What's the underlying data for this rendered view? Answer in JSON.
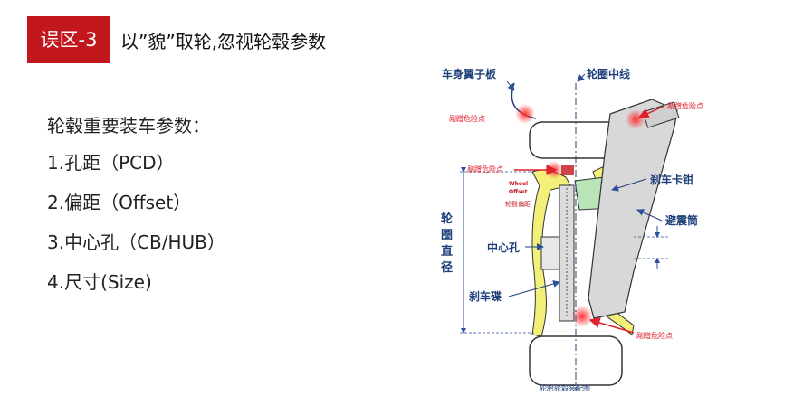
{
  "header": {
    "tag": "误区-3",
    "title": "以”貌”取轮,忽视轮毂参数"
  },
  "params": {
    "heading": "轮毂重要装车参数：",
    "items": [
      "1.孔距（PCD）",
      "2.偏距（Offset）",
      "3.中心孔（CB/HUB）",
      "4.尺寸(Size)"
    ]
  },
  "diagram": {
    "fender_label": "车身翼子板",
    "centerline_label": "轮圈中线",
    "rub_point": "剐蹭危险点",
    "caliper_label": "刹车卡钳",
    "shock_label": "避震筒",
    "offset_en_1": "Wheel",
    "offset_en_2": "Offset",
    "offset_cn": "轮毂偏距",
    "center_bore_label": "中心孔",
    "diameter_chars": [
      "轮",
      "圈",
      "直",
      "径"
    ],
    "rotor_label": "刹车碟",
    "caption": "轮胎轮毂装配图",
    "colors": {
      "label_blue": "#1f3f7a",
      "rub_red": "#e0202a",
      "tire_fill": "#ffffff",
      "wheel_yellow": "#f3f07a",
      "caliper_green": "#b8e4b8",
      "strut_gray": "#d8d8d8",
      "line_blue": "#2b4f9a"
    }
  }
}
